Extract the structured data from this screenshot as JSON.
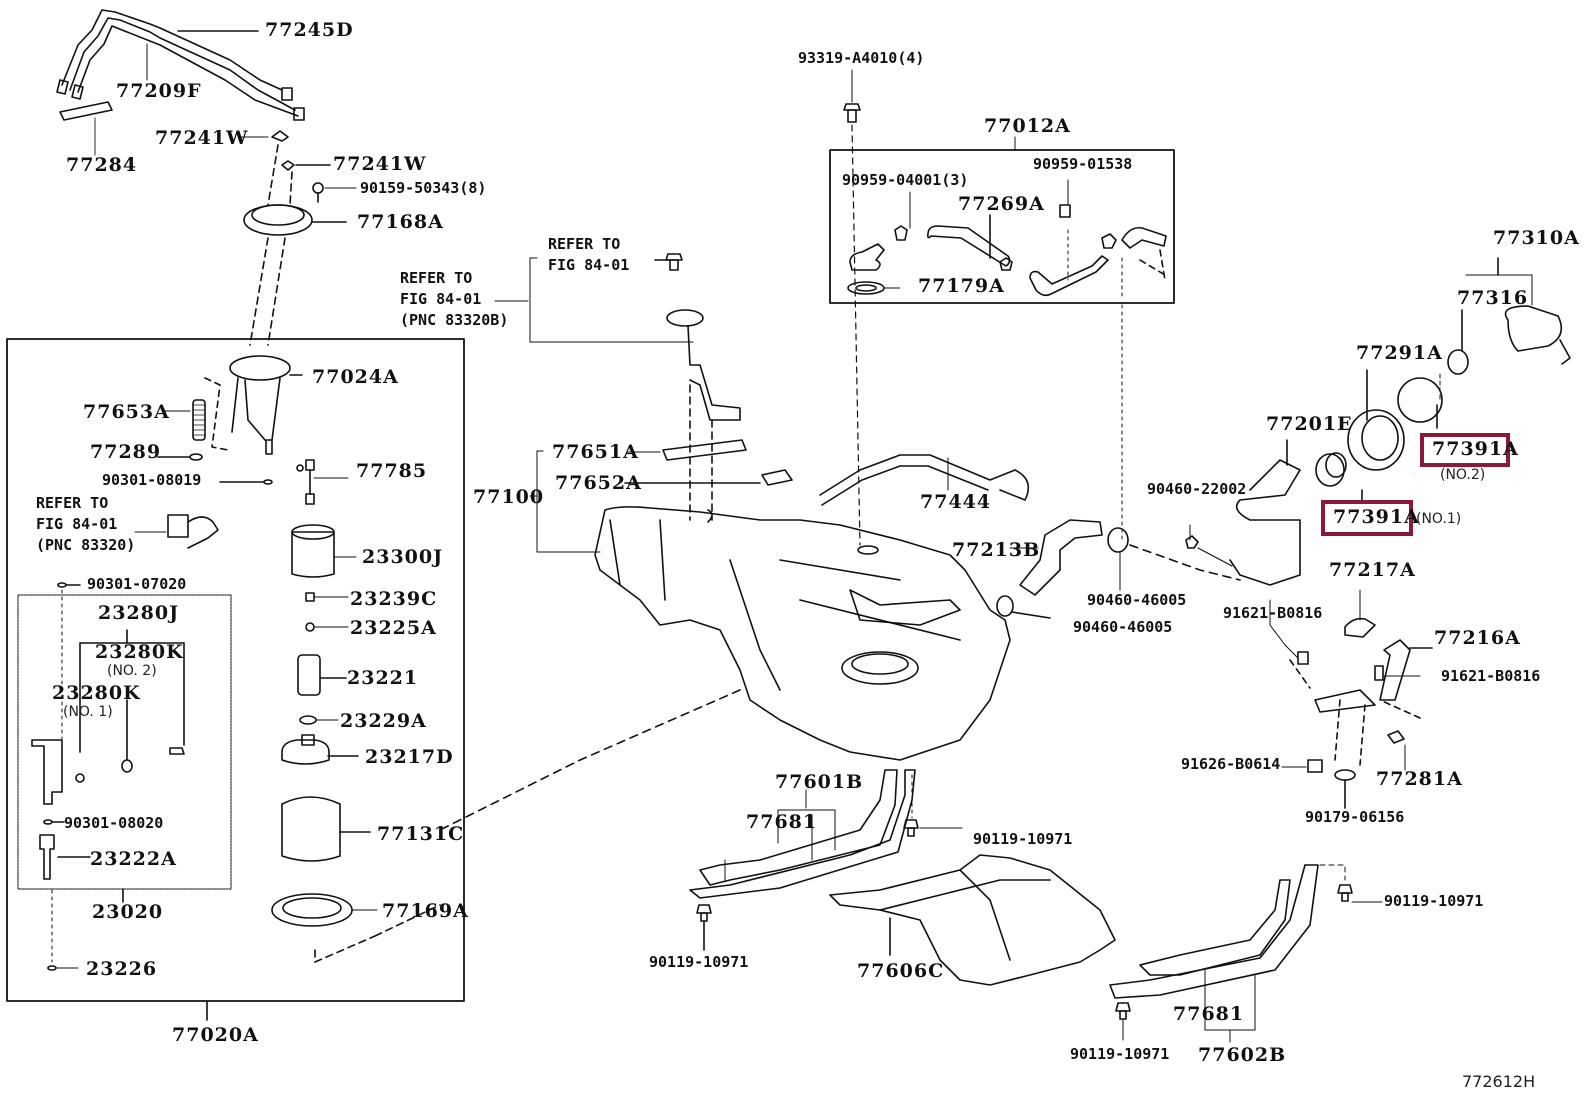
{
  "diagram": {
    "title_code": "772612H",
    "highlight_color": "#8b1a3a",
    "highlighted_part": "77391A",
    "labels": {
      "p77245D": "77245D",
      "p77209F": "77209F",
      "p77284": "77284",
      "p77241W_a": "77241W",
      "p77241W_b": "77241W",
      "p90159": "90159-50343(8)",
      "p77168A": "77168A",
      "p77024A": "77024A",
      "p77653A": "77653A",
      "p77289": "77289",
      "p90301_08019": "90301-08019",
      "p77785": "77785",
      "p23300J": "23300J",
      "p90301_07020": "90301-07020",
      "p23280J": "23280J",
      "p23280K_2": "23280K",
      "p23280K_1": "23280K",
      "p23239C": "23239C",
      "p23225A": "23225A",
      "p23221": "23221",
      "p23229A": "23229A",
      "p23217D": "23217D",
      "p90301_08020": "90301-08020",
      "p77131C": "77131C",
      "p23222A": "23222A",
      "p23020": "23020",
      "p77169A": "77169A",
      "p23226": "23226",
      "p77020A": "77020A",
      "p93319": "93319-A4010(4)",
      "p77012A": "77012A",
      "p90959_04001": "90959-04001(3)",
      "p90959_01538": "90959-01538",
      "p77269A": "77269A",
      "p77179A": "77179A",
      "p77310A": "77310A",
      "p77316": "77316",
      "p77291A": "77291A",
      "p77201E": "77201E",
      "p77391A_2": "77391A",
      "p77391A_1": "77391A",
      "p90460_22002": "90460-22002",
      "p77651A": "77651A",
      "p77652A": "77652A",
      "p77100": "77100",
      "p77444": "77444",
      "p77213B": "77213B",
      "p90460_46005_a": "90460-46005",
      "p90460_46005_b": "90460-46005",
      "p91621_a": "91621-B0816",
      "p77217A": "77217A",
      "p77216A": "77216A",
      "p91621_b": "91621-B0816",
      "p91626": "91626-B0614",
      "p77281A": "77281A",
      "p90179": "90179-06156",
      "p77601B": "77601B",
      "p77681_a": "77681",
      "p90119_a": "90119-10971",
      "p90119_b": "90119-10971",
      "p77606C": "77606C",
      "p90119_c": "90119-10971",
      "p90119_d": "90119-10971",
      "p77681_b": "77681",
      "p77602B": "77602B"
    },
    "notes": {
      "no2_a": "(NO. 2)",
      "no1_a": "(NO. 1)",
      "no2_b": "(NO.2)",
      "no1_b": "(NO.1)"
    },
    "refs": {
      "ref_a": "REFER TO\nFIG 84-01\n(PNC 83320)",
      "ref_b": "REFER TO\nFIG 84-01\n(PNC 83320B)",
      "ref_c": "REFER TO\nFIG 84-01"
    }
  }
}
